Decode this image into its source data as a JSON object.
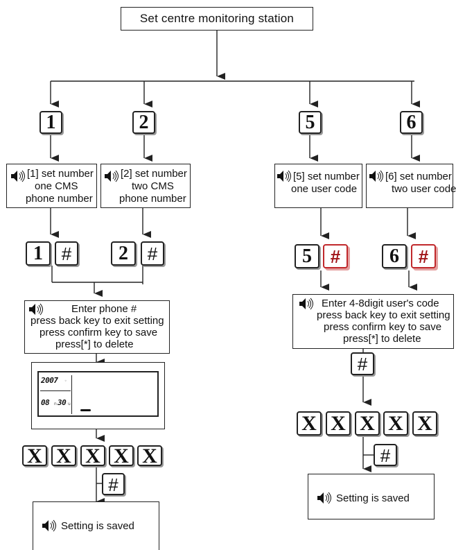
{
  "title": "Set centre monitoring station",
  "branch_keys": [
    "1",
    "2",
    "5",
    "6"
  ],
  "voice_boxes": {
    "b1": [
      "[1] set number",
      "one CMS",
      "phone number"
    ],
    "b2": [
      "[2] set number",
      "two CMS",
      "phone number"
    ],
    "b5": [
      "[5] set number",
      "one user code"
    ],
    "b6": [
      "[6] set number",
      "two user code"
    ]
  },
  "key_pairs": {
    "k1": "1",
    "k2": "2",
    "k5": "5",
    "k6": "6",
    "hash": "#"
  },
  "enter_phone": [
    "Enter phone #",
    "press back key to exit setting",
    "press confirm key to save",
    "press[*] to delete"
  ],
  "enter_user": [
    "Enter 4-8digit user's code",
    "press back key to exit setting",
    "press confirm key to save",
    "press[*] to delete"
  ],
  "lcd": {
    "year": "2007",
    "date_month": "08",
    "date_day": "30"
  },
  "digit_key": "X",
  "saved": "Setting is saved",
  "colors": {
    "line": "#222222",
    "red_key": "#a01418"
  }
}
